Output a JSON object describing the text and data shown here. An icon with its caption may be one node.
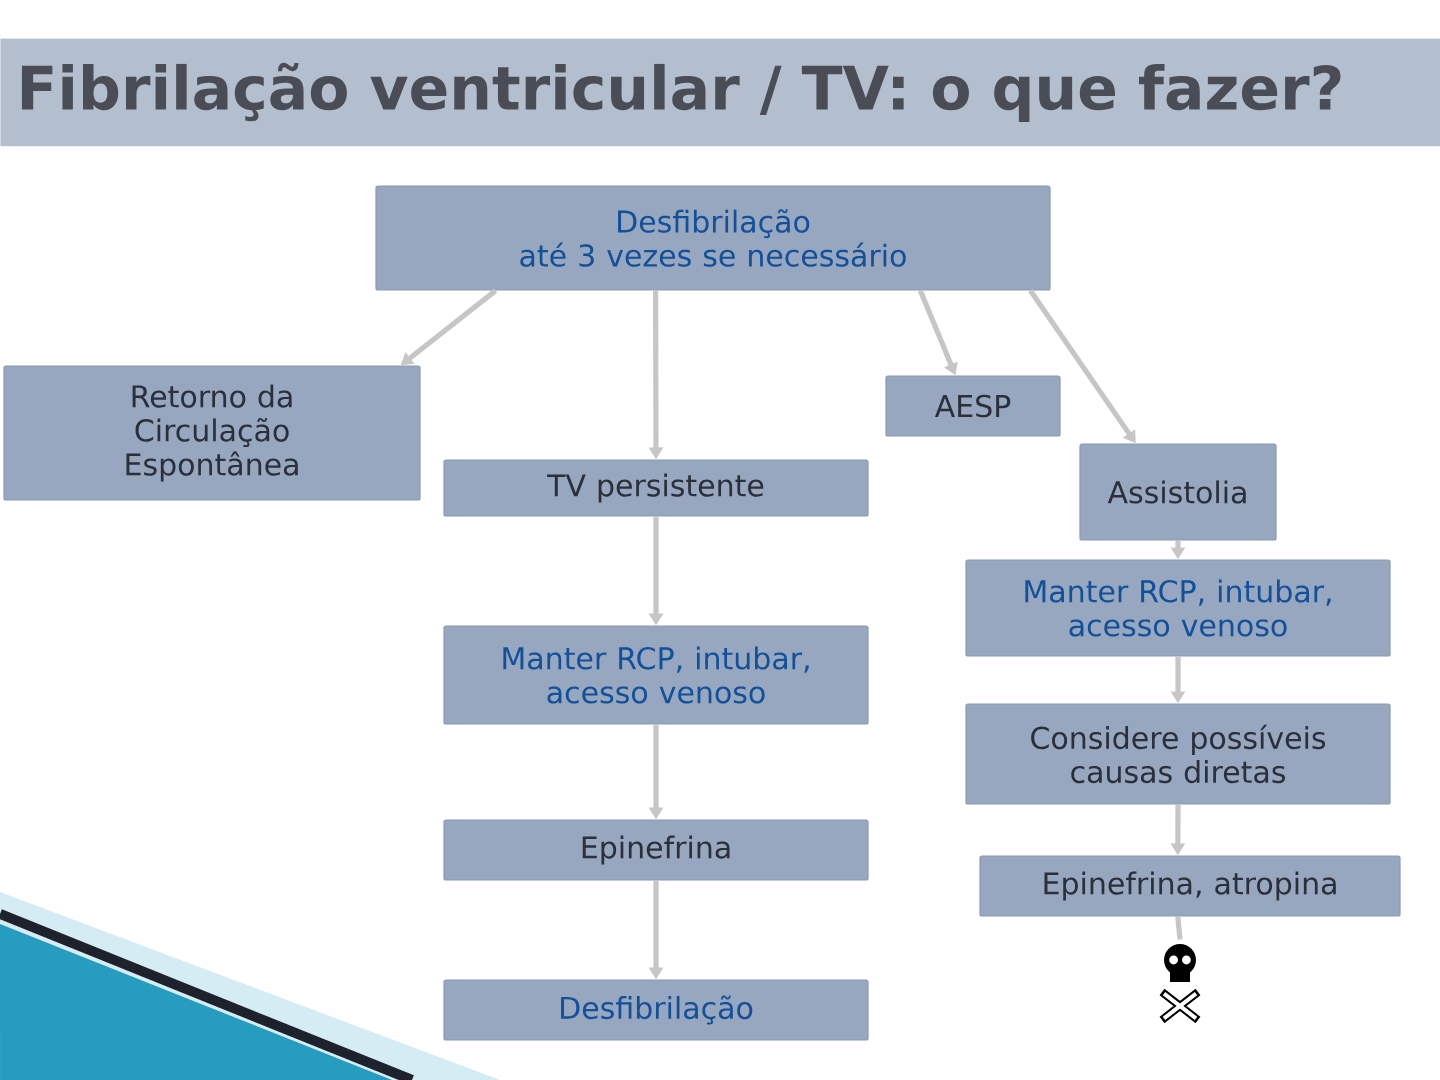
{
  "diagram": {
    "title": "Fibrilação ventricular / TV: o que fazer?",
    "nodes": [
      {
        "text": [
          "Desfibrilação",
          "até 3 vezes se necessário"
        ]
      },
      {
        "text": [
          "Retorno da Circulação Espontânea"
        ]
      },
      {
        "text": [
          "TV persistente"
        ]
      },
      {
        "text": [
          "AESP"
        ]
      },
      {
        "text": [
          "Assistolia"
        ]
      },
      {
        "text": [
          "Manter RCP, intubar, acesso venoso"
        ]
      },
      {
        "text": [
          "Epinefrina"
        ]
      },
      {
        "text": [
          "Desfibrilação"
        ]
      },
      {
        "text": [
          "Manter RCP, intubar, acesso venoso"
        ]
      },
      {
        "text": [
          "Considere possíveis causas diretas"
        ]
      },
      {
        "text": [
          "Epinefrina, atropina"
        ]
      },
      {
        "text": [],
        "shape": "picture"
      }
    ],
    "edges": [
      {
        "from": 0,
        "to": 1,
        "arrow": "to"
      },
      {
        "from": 0,
        "to": 2,
        "arrow": "to"
      },
      {
        "from": 0,
        "to": 3,
        "arrow": "to"
      },
      {
        "from": 0,
        "to": 4,
        "arrow": "to"
      },
      {
        "from": 2,
        "to": 5,
        "arrow": "to"
      },
      {
        "from": 5,
        "to": 6,
        "arrow": "to"
      },
      {
        "from": 6,
        "to": 7,
        "arrow": "to"
      },
      {
        "from": 4,
        "to": 8,
        "arrow": "to"
      },
      {
        "from": 8,
        "to": 9,
        "arrow": "to"
      },
      {
        "from": 9,
        "to": 10,
        "arrow": "to"
      },
      {
        "from": 10,
        "to": 11,
        "arrow": "none"
      }
    ]
  }
}
